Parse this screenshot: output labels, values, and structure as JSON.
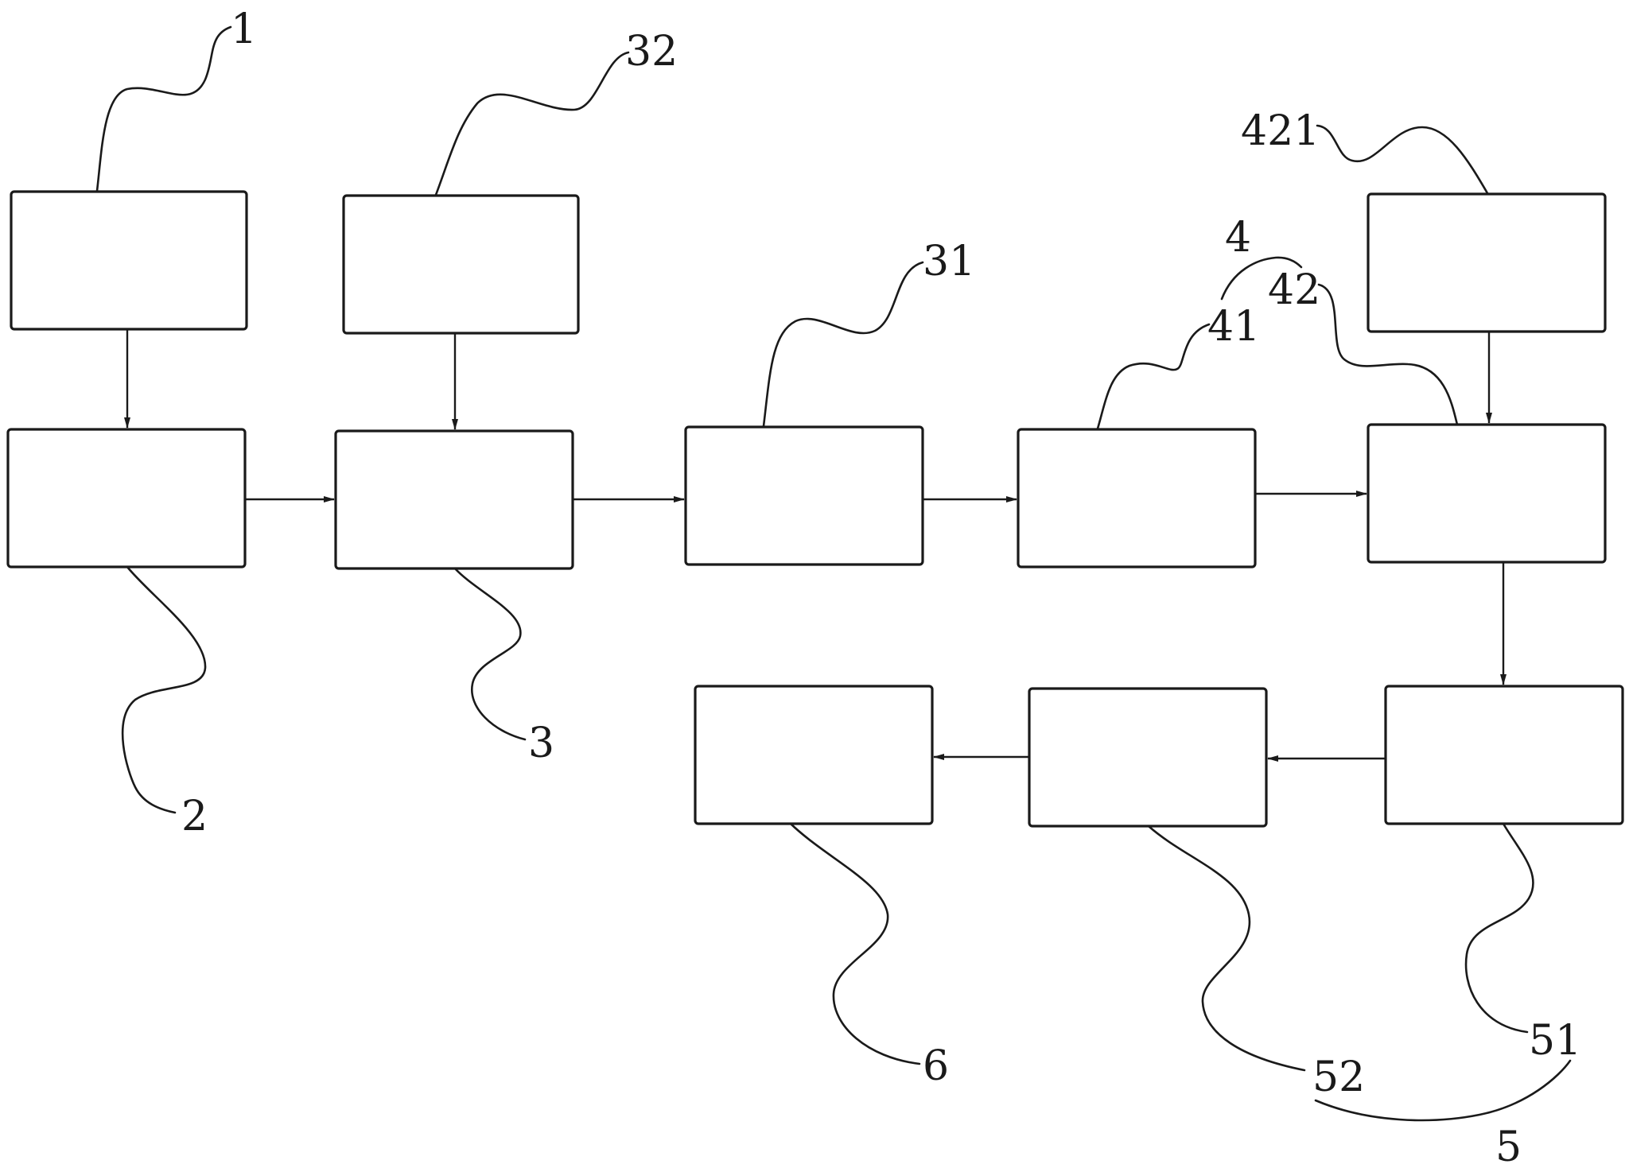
{
  "labels": {
    "l1": "1",
    "l2": "2",
    "l3": "3",
    "l31": "31",
    "l32": "32",
    "l4": "4",
    "l41": "41",
    "l42": "42",
    "l421": "421",
    "l5": "5",
    "l51": "51",
    "l52": "52",
    "l6": "6"
  }
}
